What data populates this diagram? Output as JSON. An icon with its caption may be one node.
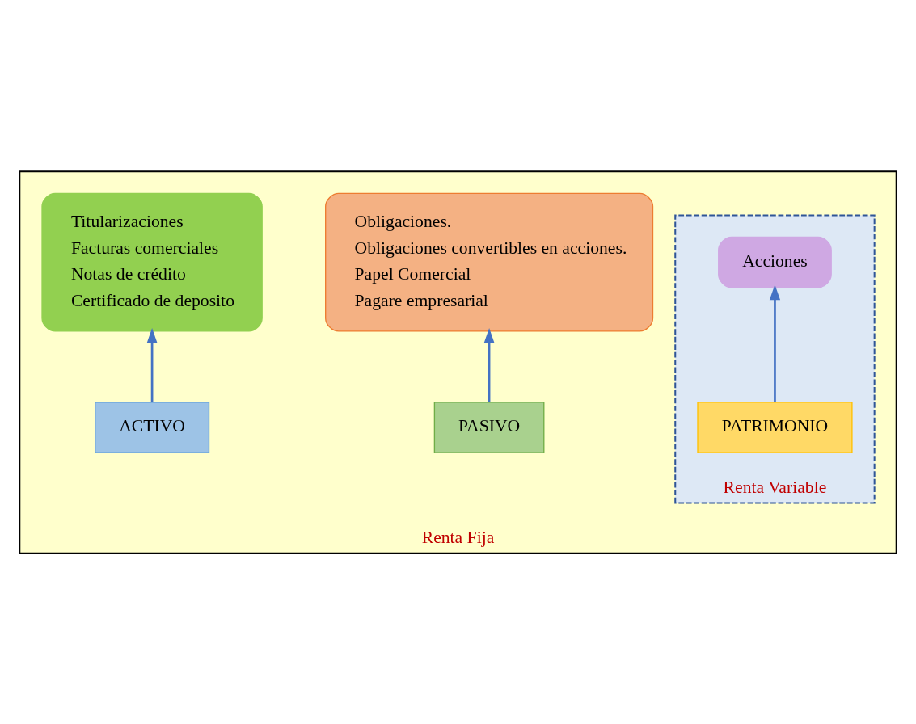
{
  "diagram": {
    "nodes": [
      {
        "text": [
          "Renta Fija"
        ]
      },
      {
        "text": [
          "Titularizaciones",
          "Facturas comerciales",
          "Notas de crédito",
          "Certificado de deposito"
        ],
        "in": 0
      },
      {
        "text": [
          "Obligaciones.",
          "Obligaciones convertibles en acciones.",
          "Papel Comercial",
          "Pagare empresarial"
        ],
        "in": 0
      },
      {
        "text": [
          "PASIVO"
        ],
        "in": 0
      },
      {
        "text": [
          "ACTIVO"
        ],
        "in": 0
      },
      {
        "text": [
          "Renta Variable"
        ],
        "in": 0
      },
      {
        "text": [
          "PATRIMONIO"
        ],
        "in": 5
      },
      {
        "text": [
          "Acciones"
        ],
        "in": 5
      }
    ],
    "edges": [
      {
        "from": 4,
        "to": 1,
        "arrow": "to"
      },
      {
        "from": 3,
        "to": 2,
        "arrow": "to"
      },
      {
        "from": 6,
        "to": 7,
        "arrow": "to"
      }
    ]
  }
}
